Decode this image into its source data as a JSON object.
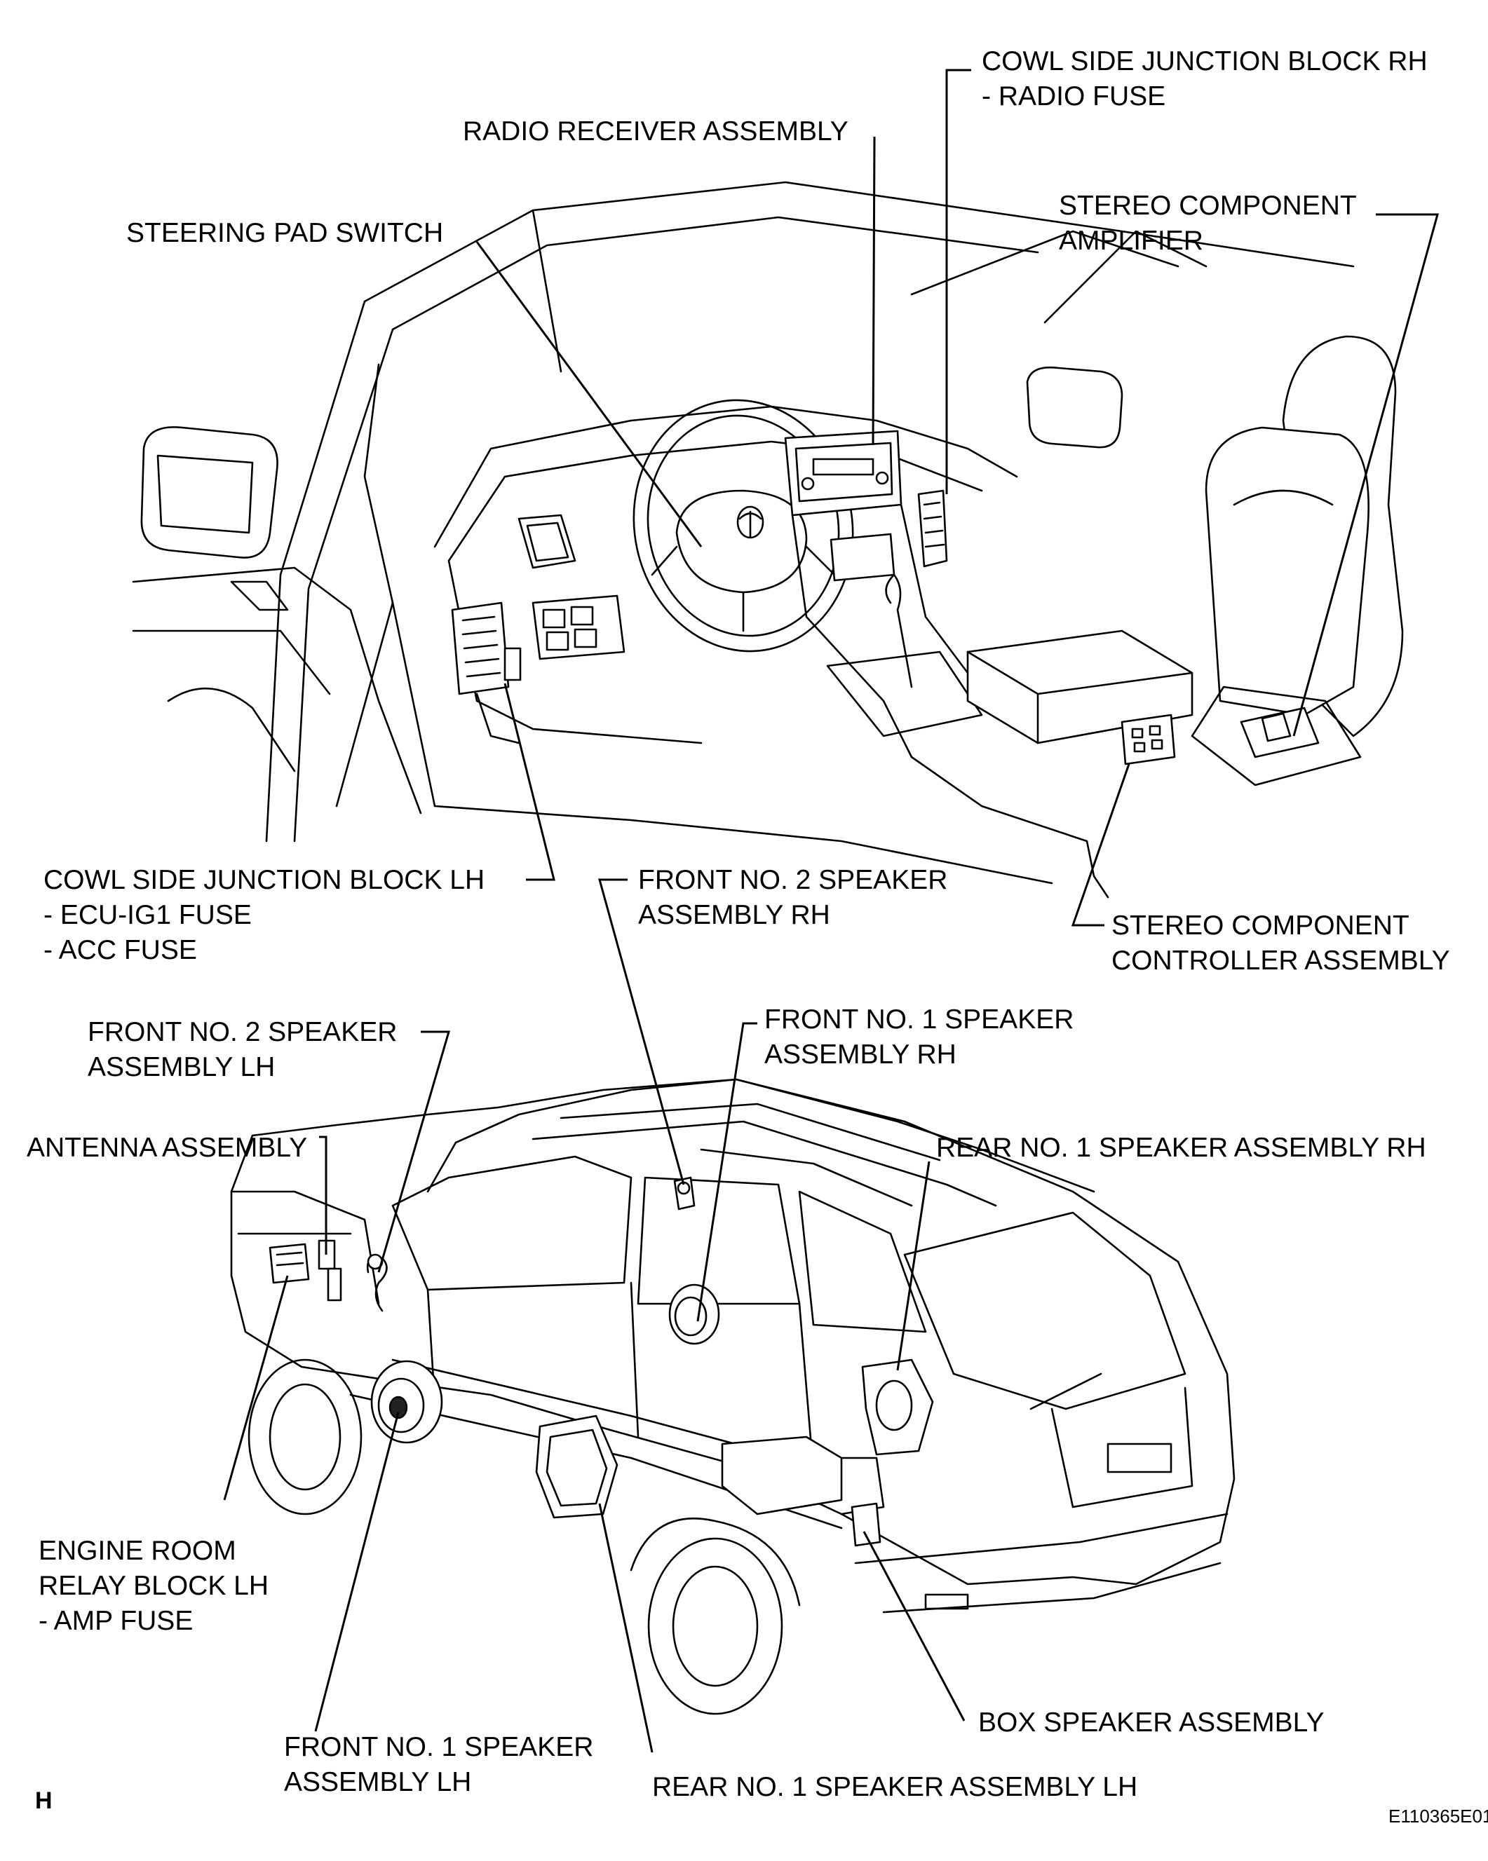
{
  "labels": {
    "cowl_rh_1": "COWL SIDE JUNCTION BLOCK RH",
    "cowl_rh_2": "- RADIO FUSE",
    "radio_receiver": "RADIO RECEIVER ASSEMBLY",
    "steering_pad": "STEERING PAD SWITCH",
    "amp_1": "STEREO COMPONENT",
    "amp_2": "AMPLIFIER",
    "cowl_lh_1": "COWL SIDE JUNCTION BLOCK LH",
    "cowl_lh_2": "- ECU-IG1 FUSE",
    "cowl_lh_3": "- ACC FUSE",
    "f2rh_1": "FRONT NO. 2 SPEAKER",
    "f2rh_2": "ASSEMBLY RH",
    "ctrl_1": "STEREO COMPONENT",
    "ctrl_2": "CONTROLLER ASSEMBLY",
    "f2lh_1": "FRONT NO. 2 SPEAKER",
    "f2lh_2": "ASSEMBLY LH",
    "f1rh_1": "FRONT NO. 1 SPEAKER",
    "f1rh_2": "ASSEMBLY RH",
    "antenna": "ANTENNA ASSEMBLY",
    "rear_rh": "REAR NO. 1 SPEAKER ASSEMBLY RH",
    "engine_1": "ENGINE ROOM",
    "engine_2": "RELAY BLOCK LH",
    "engine_3": "- AMP FUSE",
    "f1lh_1": "FRONT NO. 1 SPEAKER",
    "f1lh_2": "ASSEMBLY LH",
    "box": "BOX SPEAKER ASSEMBLY",
    "rear_lh": "REAR NO. 1 SPEAKER ASSEMBLY LH",
    "corner": "H",
    "code": "E110365E01"
  }
}
